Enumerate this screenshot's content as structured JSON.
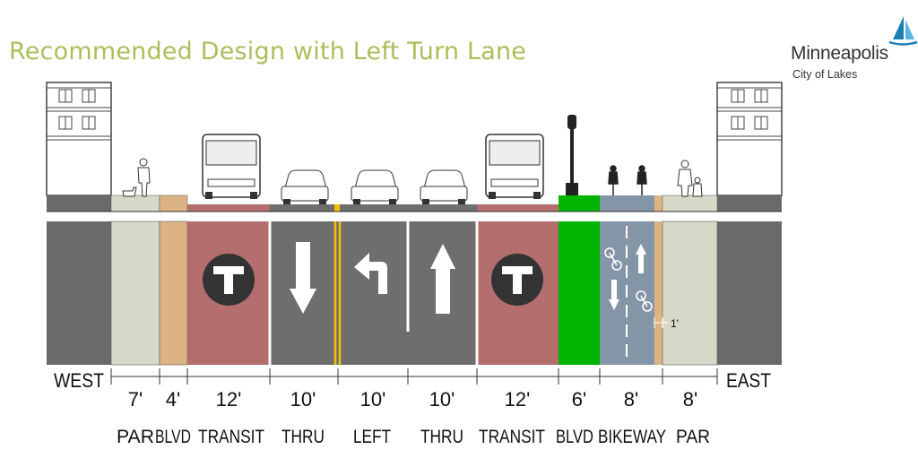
{
  "title": "Recommended Design with Left Turn Lane",
  "logo": {
    "name": "Minneapolis",
    "tagline": "City of Lakes"
  },
  "direction": {
    "west": "WEST",
    "east": "EAST"
  },
  "lanes": [
    {
      "width": "7'",
      "type": "PAR"
    },
    {
      "width": "4'",
      "type": "BLVD"
    },
    {
      "width": "12'",
      "type": "TRANSIT"
    },
    {
      "width": "10'",
      "type": "THRU"
    },
    {
      "width": "10'",
      "type": "LEFT"
    },
    {
      "width": "10'",
      "type": "THRU"
    },
    {
      "width": "12'",
      "type": "TRANSIT"
    },
    {
      "width": "6'",
      "type": "BLVD"
    },
    {
      "width": "8'",
      "type": "BIKEWAY"
    },
    {
      "width": "8'",
      "type": "PAR"
    }
  ],
  "buffer_label": "1'",
  "colors": {
    "title": "#a8c05b",
    "sidewalk": "#d8d8c8",
    "boulevard": "#dcb483",
    "transit": "#b46e6e",
    "travel_lane": "#6e6e6e",
    "green_boulevard": "#00b400",
    "bikeway": "#8595a8",
    "center_line": "#f2c200",
    "outer": "#6a6a6a"
  }
}
